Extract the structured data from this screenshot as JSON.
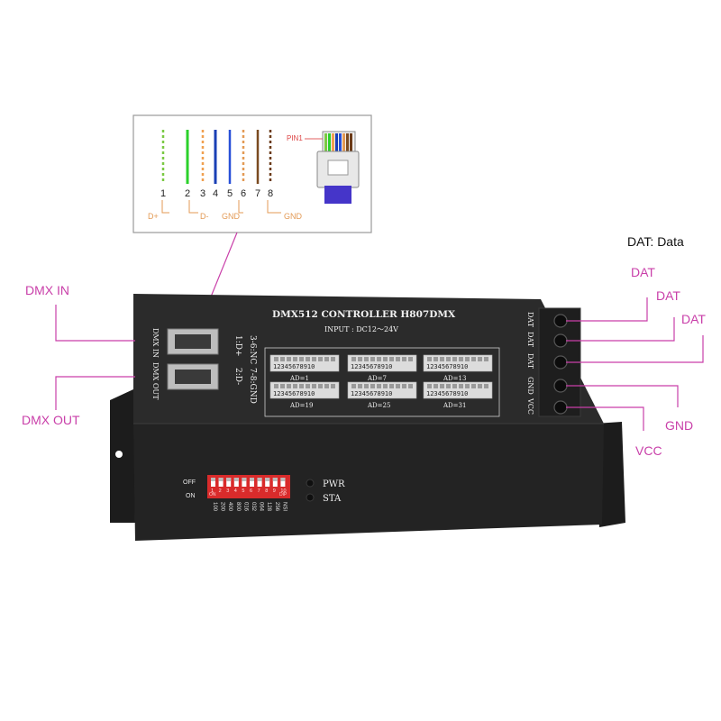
{
  "pinout": {
    "pin_numbers": [
      "1",
      "2",
      "3",
      "4",
      "5",
      "6",
      "7",
      "8"
    ],
    "pin1_label": "PIN1",
    "signals": {
      "d_plus": "D+",
      "d_minus": "D-",
      "gnd_mid": "GND",
      "gnd_right": "GND"
    },
    "wire_colors": [
      "#7ac943",
      "#2bd12b",
      "#f0a050",
      "#1a3fb5",
      "#2850d8",
      "#e39a55",
      "#7a4a20",
      "#6b3a18"
    ]
  },
  "device": {
    "title": "DMX512 CONTROLLER H807DMX",
    "input": "INPUT : DC12～24V",
    "rj45_port_labels": [
      "DMX IN",
      "DMX OUT"
    ],
    "pinmap_lines": [
      "1:D+",
      "2:D-",
      "3-6:NC",
      "7-8:GND"
    ],
    "address_blocks": [
      {
        "digits": "12345678910",
        "label": "AD=1"
      },
      {
        "digits": "12345678910",
        "label": "AD=7"
      },
      {
        "digits": "12345678910",
        "label": "AD=13"
      },
      {
        "digits": "12345678910",
        "label": "AD=19"
      },
      {
        "digits": "12345678910",
        "label": "AD=25"
      },
      {
        "digits": "12345678910",
        "label": "AD=31"
      }
    ],
    "terminal_labels": [
      "DAT",
      "DAT",
      "DAT",
      "GND",
      "VCC"
    ],
    "dip": {
      "off_label": "OFF",
      "on_label": "ON",
      "numbers": [
        "1",
        "2",
        "3",
        "4",
        "5",
        "6",
        "7",
        "8",
        "9",
        "10"
      ],
      "bottom_left": "ON",
      "bottom_right": "DIP",
      "values": [
        "100",
        "200",
        "400",
        "800",
        "016",
        "032",
        "064",
        "128",
        "256",
        "NSI"
      ]
    },
    "leds": [
      "PWR",
      "STA"
    ],
    "colors": {
      "body": "#262626",
      "panel": "#2e2e2e",
      "dip": "#d92b2b",
      "callout": "#c93fa9"
    }
  },
  "callouts": {
    "dmx_in": "DMX IN",
    "dmx_out": "DMX OUT",
    "dat_legend": "DAT: Data",
    "dat1": "DAT",
    "dat2": "DAT",
    "dat3": "DAT",
    "gnd": "GND",
    "vcc": "VCC"
  }
}
